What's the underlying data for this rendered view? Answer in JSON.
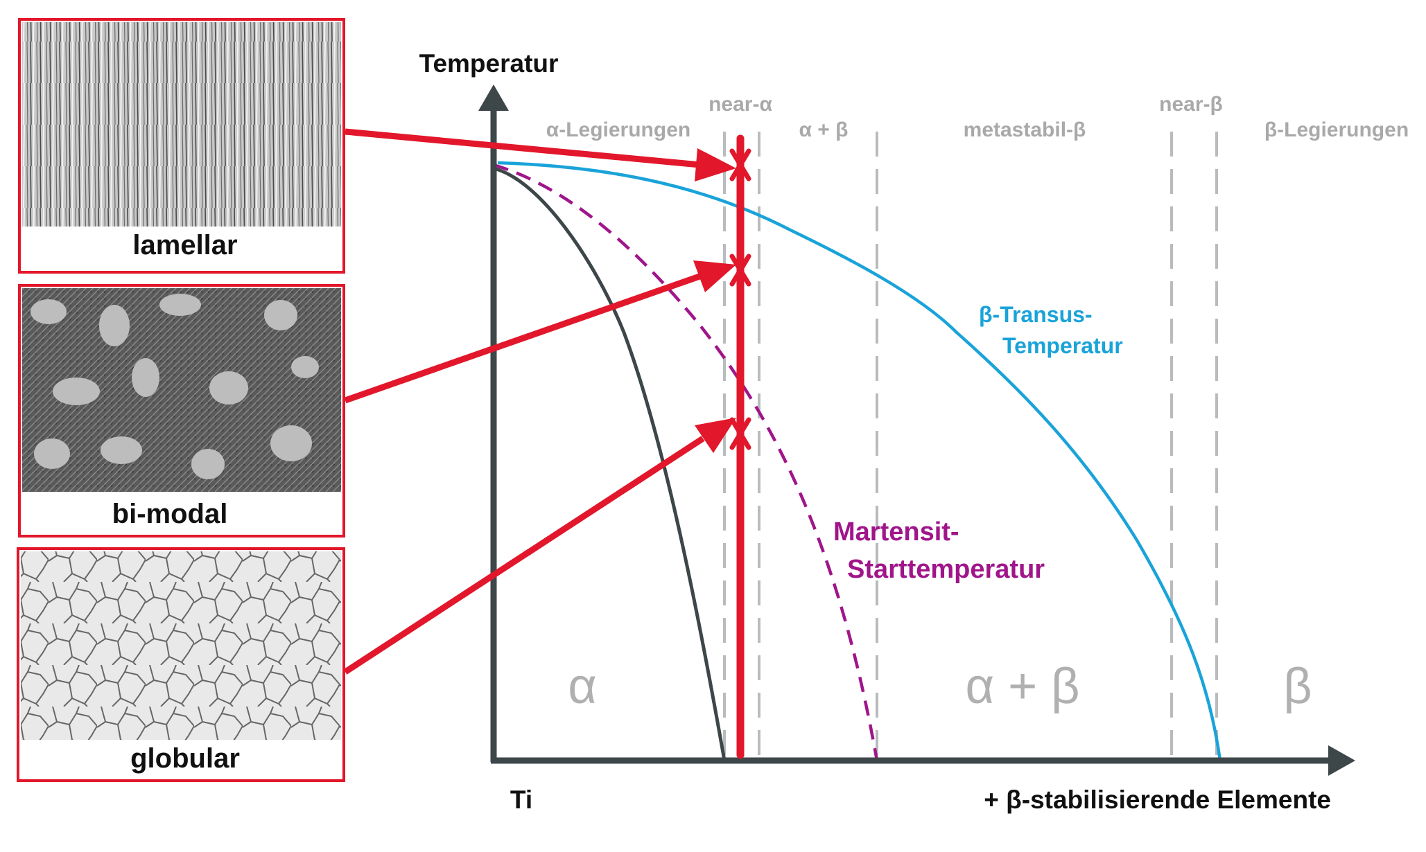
{
  "axes": {
    "y_label": "Temperatur",
    "x_origin_label": "Ti",
    "x_label": "+ β-stabilisierende Elemente"
  },
  "region_headers": {
    "alpha_alloys": "α-Legierungen",
    "near_alpha": "near-α",
    "alpha_beta": "α + β",
    "metastable_beta": "metastabil-β",
    "near_beta": "near-β",
    "beta_alloys": "β-Legierungen"
  },
  "phase_fields": {
    "alpha": "α",
    "alpha_beta": "α + β",
    "beta": "β"
  },
  "curves": {
    "beta_transus_line1": "β-Transus-",
    "beta_transus_line2": "Temperatur",
    "martensite_line1": "Martensit-",
    "martensite_line2": "Starttemperatur"
  },
  "micrographs": [
    {
      "label": "lamellar"
    },
    {
      "label": "bi-modal"
    },
    {
      "label": "globular"
    }
  ],
  "colors": {
    "accent_red": "#e2172b",
    "beta_transus": "#1aa3d9",
    "martensite": "#a0158a",
    "axis": "#3d4648",
    "guides": "#b8bcbd",
    "region_text": "#a9a9a9"
  }
}
